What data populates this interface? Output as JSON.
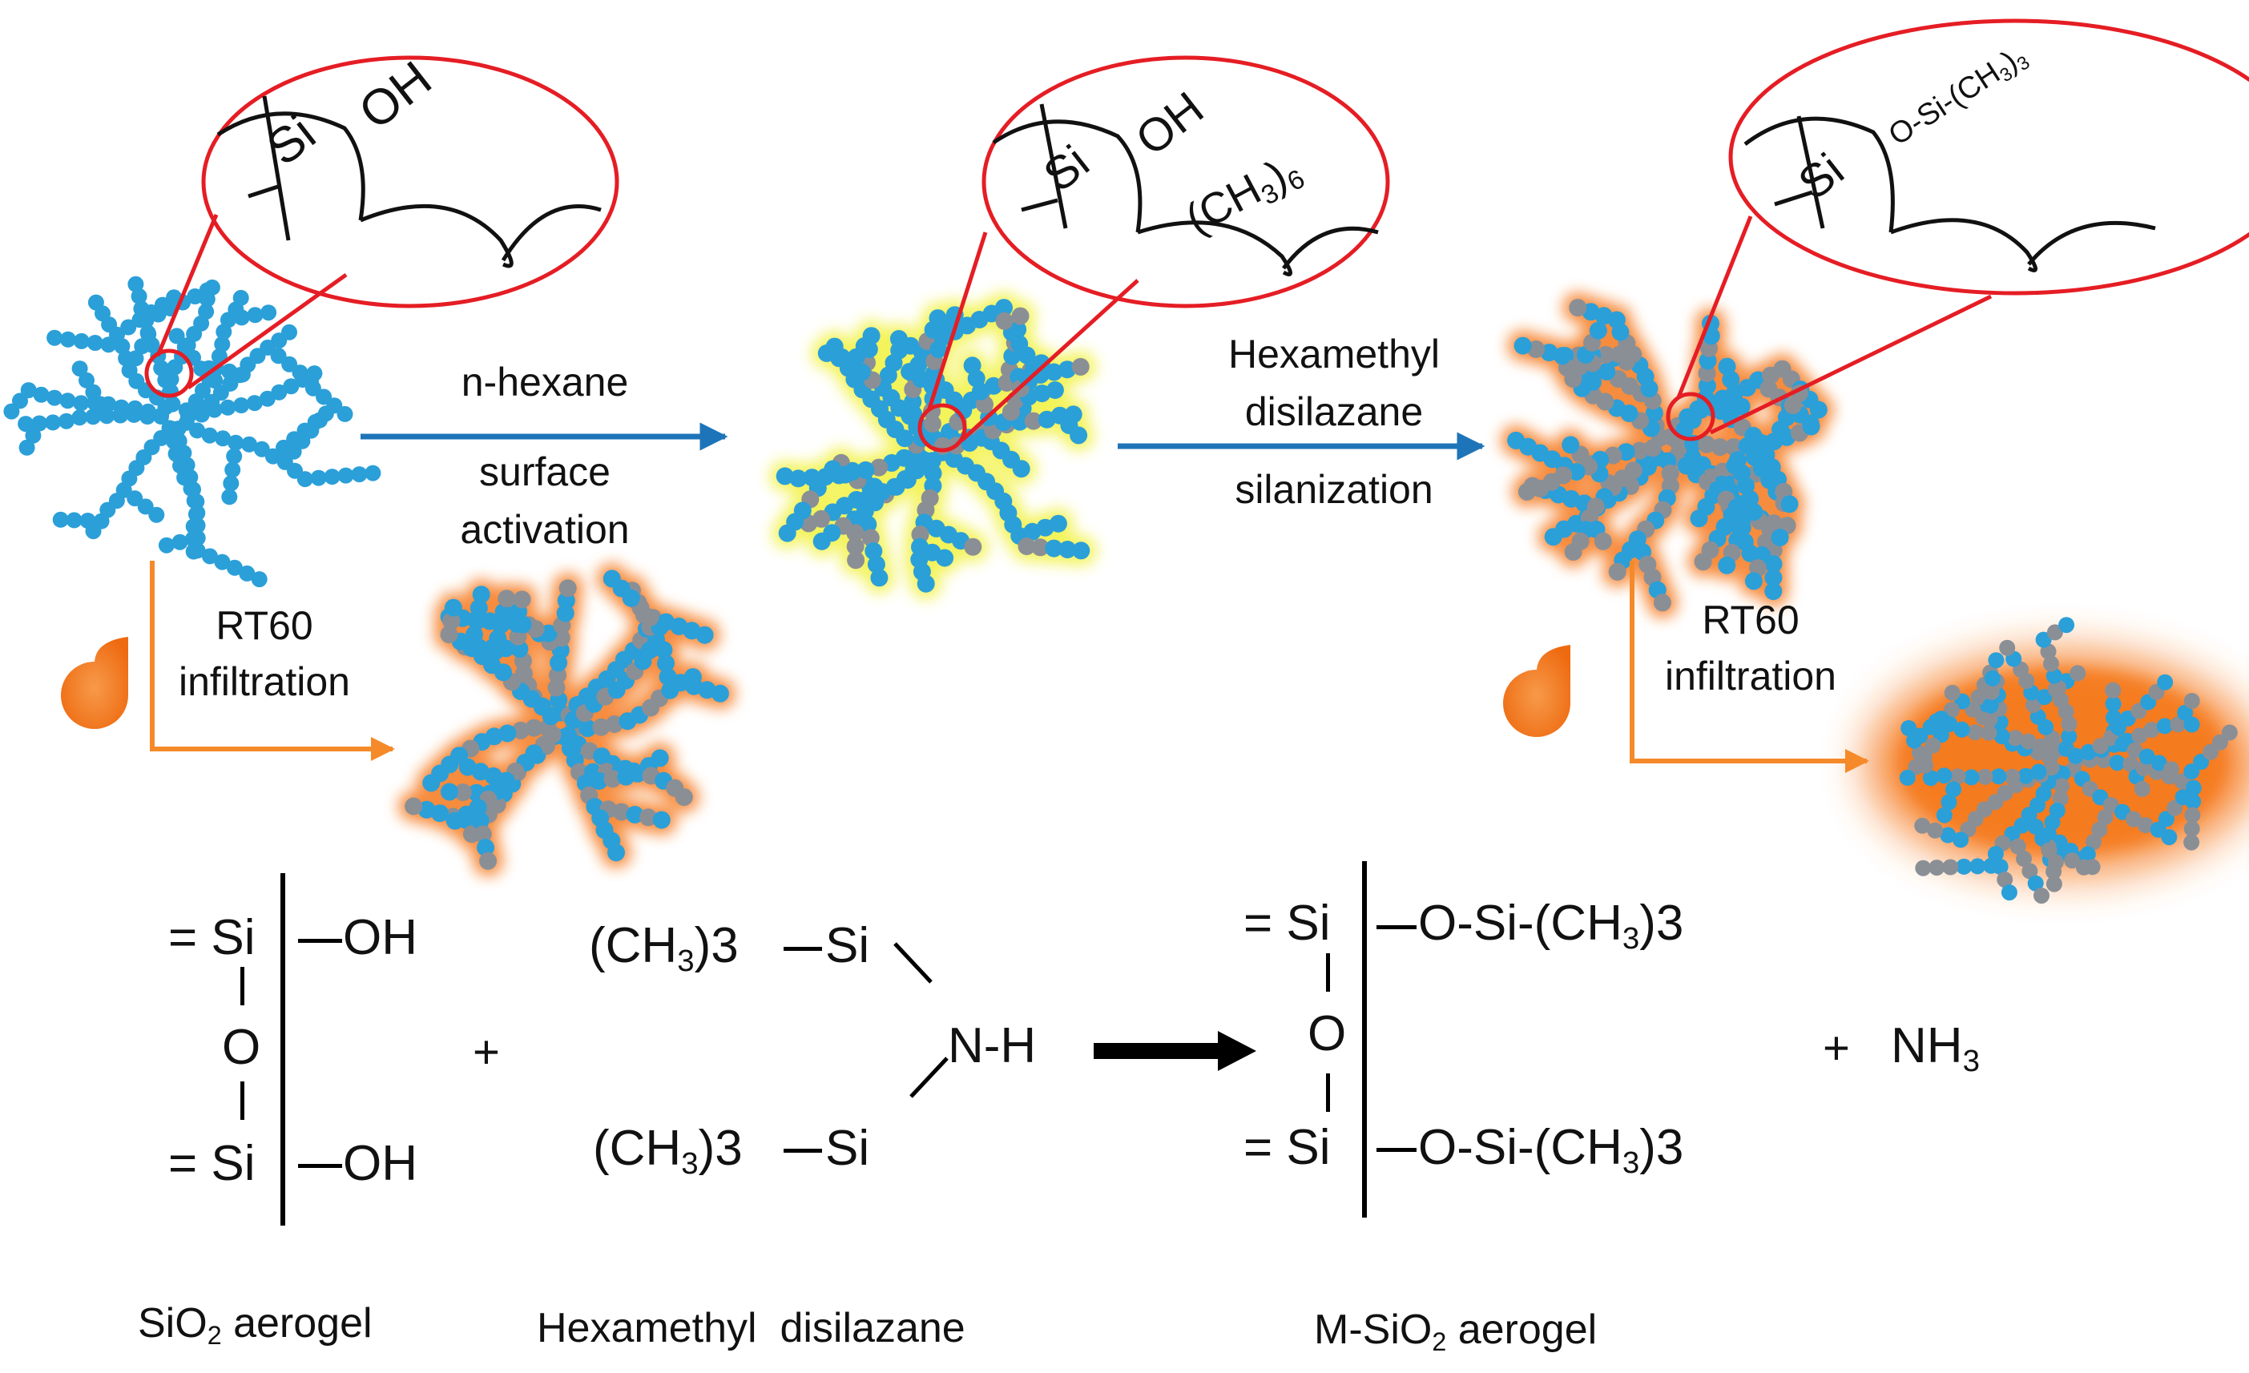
{
  "colors": {
    "particle": "#2B9FD8",
    "callout": "#E51D24",
    "process_arrow": "#1E74B8",
    "infiltration_arrow": "#F58A2A",
    "resin": "#F5781E",
    "glow_yellow": "#F2F24A",
    "reaction_arrow": "#000000"
  },
  "processes": {
    "step1": {
      "reagent": "n-hexane",
      "action_line1": "surface",
      "action_line2": "activation"
    },
    "step2": {
      "reagent_line1": "Hexamethyl",
      "reagent_line2": "disilazane",
      "action": "silanization"
    },
    "infiltration_left": {
      "line1": "RT60",
      "line2": "infiltration"
    },
    "infiltration_right": {
      "line1": "RT60",
      "line2": "infiltration"
    }
  },
  "callouts": {
    "c1": {
      "group_si": "Si",
      "group_oh": "OH"
    },
    "c2": {
      "group_si": "Si",
      "group_oh": "OH",
      "group_ch3_base": "(CH",
      "group_ch3_sub": "3",
      "group_ch3_close": ")",
      "group_ch3_mult": "6"
    },
    "c3": {
      "group_si": "Si",
      "group_text": "O-Si-(CH",
      "group_sub": "3",
      "group_close": ")",
      "group_mult": "3"
    }
  },
  "reaction": {
    "reactant1": {
      "si_top": "= Si",
      "oh_top": "OH",
      "o_bridge": "O",
      "si_bottom": "= Si",
      "oh_bottom": "OH"
    },
    "plus1": "+",
    "reactant2": {
      "top_ch3": "(CH",
      "top_sub": "3",
      "top_close": ")3",
      "top_si": "Si",
      "bottom_ch3": "(CH",
      "bottom_sub": "3",
      "bottom_close": ")3",
      "bottom_si": "Si",
      "nh": "N-H"
    },
    "product": {
      "si_top": "= Si",
      "group_top": "O-Si-(CH",
      "top_sub": "3",
      "top_close": ")3",
      "o_bridge": "O",
      "si_bottom": "= Si",
      "group_bottom": "O-Si-(CH",
      "bottom_sub": "3",
      "bottom_close": ")3"
    },
    "plus2": "+",
    "byproduct_base": "NH",
    "byproduct_sub": "3"
  },
  "captions": {
    "sio2_base": "SiO",
    "sio2_sub": "2",
    "sio2_rest": " aerogel",
    "hmds": "Hexamethyl  disilazane",
    "msio2_base": "M-SiO",
    "msio2_sub": "2",
    "msio2_rest": " aerogel"
  }
}
